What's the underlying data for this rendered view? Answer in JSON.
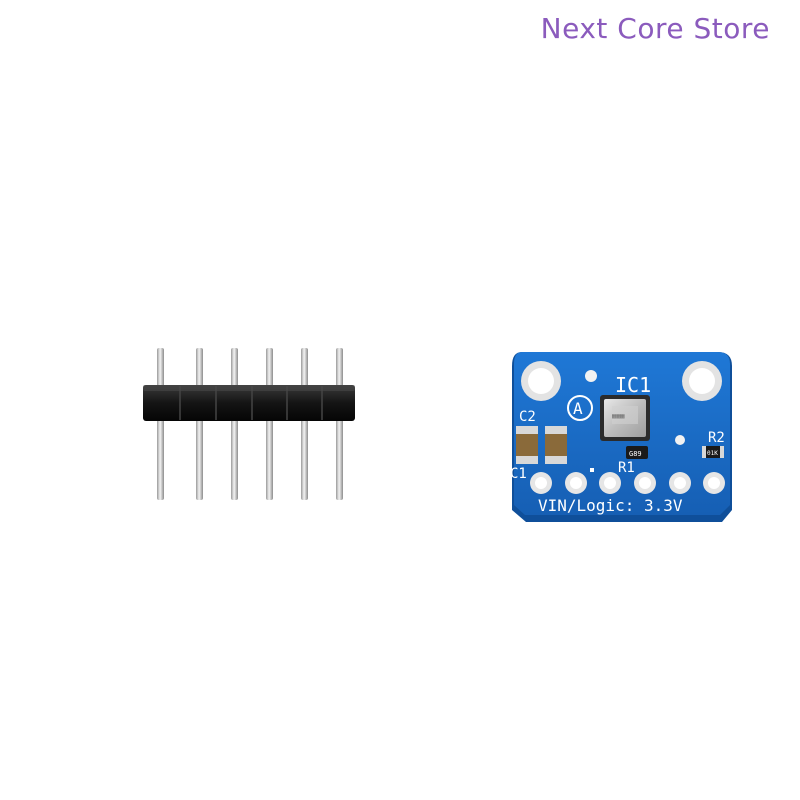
{
  "brand": {
    "store_name": "Next Core Store",
    "color": "#8b5bbd"
  },
  "product": {
    "board": {
      "chip_label": "IC1",
      "address_mark": "A",
      "capacitor_top_label": "C2",
      "capacitor_bottom_label": "C1",
      "resistor_right_label": "R2",
      "resistor_bottom_label": "R1",
      "silkscreen_text": "VIN/Logic: 3.3V",
      "sensor_marking": "G89",
      "resistor_marking": "01K",
      "pcb_color": "#1a6fcf",
      "pin_pad_count": 6
    },
    "header": {
      "pin_count": 6,
      "housing_color": "#1b1b1b",
      "pin_color": "#c9c9c9"
    }
  }
}
